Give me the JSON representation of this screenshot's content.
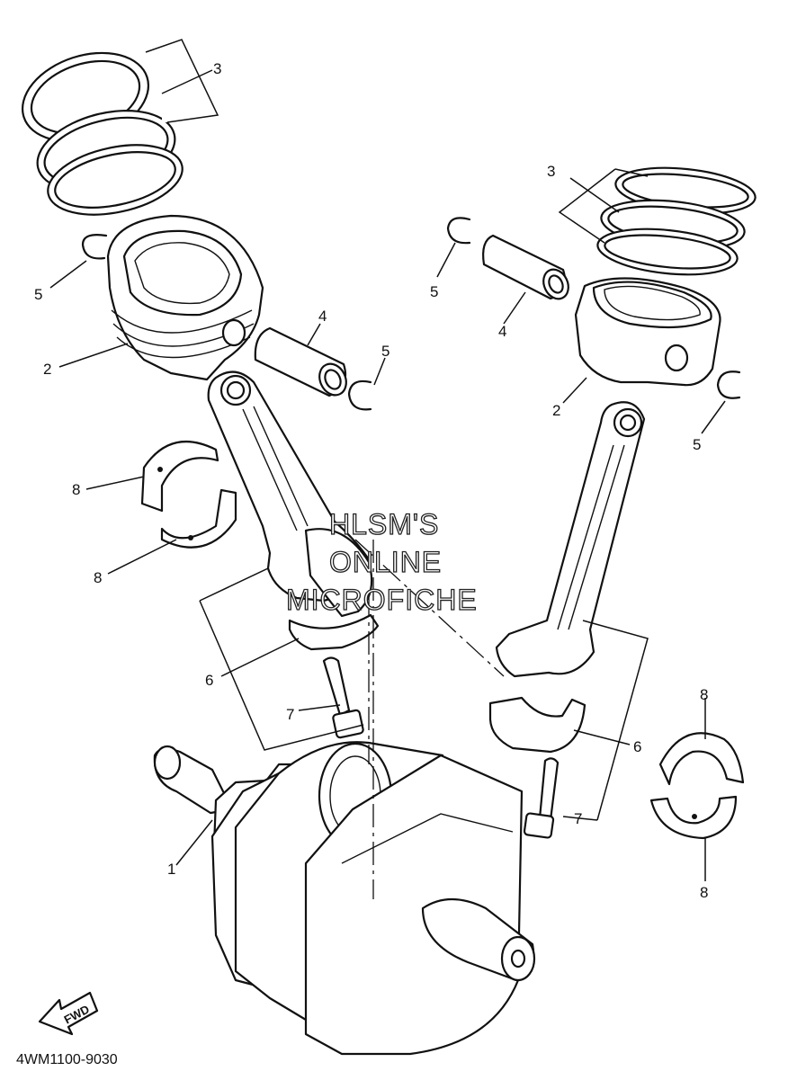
{
  "diagram": {
    "part_code": "4WM1100-9030",
    "watermark": [
      "HLSM'S",
      "ONLINE",
      "MICROFICHE"
    ],
    "fwd_label": "FWD",
    "callouts": {
      "crankshaft": "1",
      "piston": "2",
      "piston_ring_set": "3",
      "piston_pin": "4",
      "circlip": "5",
      "connecting_rod": "6",
      "rod_bolt": "7",
      "bearing": "8"
    }
  }
}
